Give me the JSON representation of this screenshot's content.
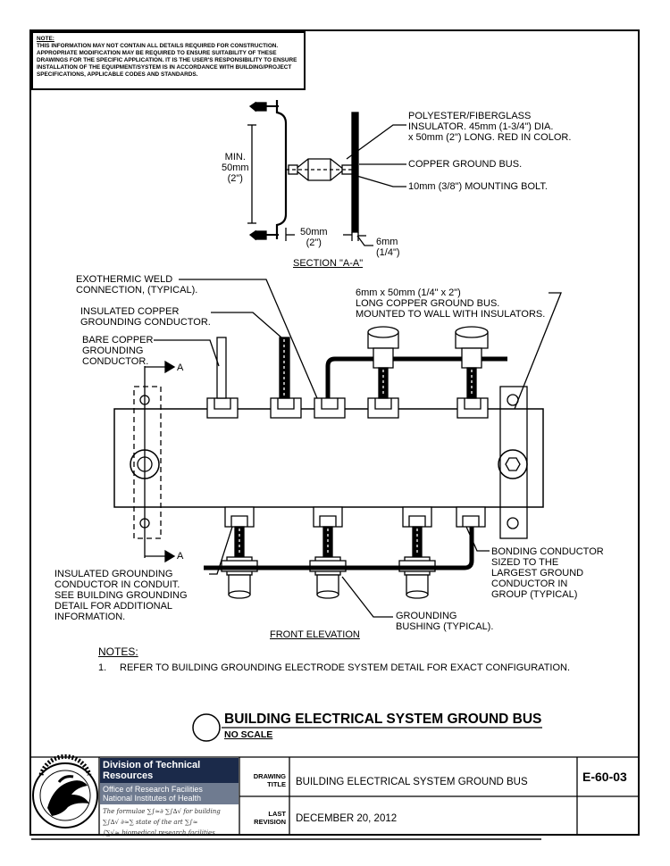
{
  "note": {
    "heading": "NOTE:",
    "text": "THIS INFORMATION MAY NOT CONTAIN ALL DETAILS REQUIRED FOR CONSTRUCTION. APPROPRIATE MODIFICATION MAY BE REQUIRED TO ENSURE SUITABILITY OF THESE DRAWINGS FOR THE SPECIFIC APPLICATION. IT IS THE USER'S RESPONSIBILITY TO ENSURE INSTALLATION OF THE EQUIPMENT/SYSTEM IS IN ACCORDANCE WITH BUILDING/PROJECT SPECIFICATIONS, APPLICABLE CODES AND STANDARDS."
  },
  "section": {
    "insulator": "POLYESTER/FIBERGLASS\nINSULATOR.  45mm (1-3/4\") DIA.\nx 50mm (2\") LONG.  RED IN COLOR.",
    "copper_bus": "COPPER GROUND BUS.",
    "mounting_bolt": "10mm (3/8\") MOUNTING BOLT.",
    "min_dim": "MIN.\n50mm\n(2\")",
    "dim_50": "50mm\n(2\")",
    "dim_6": "6mm\n(1/4\")",
    "title": "SECTION \"A-A\""
  },
  "elevation": {
    "exothermic": "EXOTHERMIC WELD\nCONNECTION, (TYPICAL).",
    "insulated_copper": "INSULATED COPPER\nGROUNDING CONDUCTOR.",
    "bare_copper": "BARE COPPER\nGROUNDING\nCONDUCTOR.",
    "bus_desc": "6mm x 50mm (1/4\" x 2\")\nLONG COPPER GROUND BUS.\nMOUNTED TO WALL WITH INSULATORS.",
    "section_marker": "A",
    "insulated_conduit": "INSULATED GROUNDING\nCONDUCTOR IN CONDUIT.\nSEE BUILDING GROUNDING\nDETAIL FOR ADDITIONAL\nINFORMATION.",
    "bonding": "BONDING CONDUCTOR\nSIZED TO THE\nLARGEST GROUND\nCONDUCTOR IN\nGROUP (TYPICAL)",
    "bushing": "GROUNDING\nBUSHING (TYPICAL).",
    "title": "FRONT ELEVATION"
  },
  "notes": {
    "heading": "NOTES:",
    "item_number": "1.",
    "item_text": "REFER TO BUILDING GROUNDING ELECTRODE SYSTEM DETAIL FOR EXACT CONFIGURATION."
  },
  "drawing_title": {
    "title": "BUILDING ELECTRICAL SYSTEM GROUND BUS",
    "scale": "NO SCALE"
  },
  "title_block": {
    "division": "Division of Technical Resources",
    "office": "Office of Research Facilities",
    "institute": "National Institutes of Health",
    "tagline_1": "The formulae",
    "tagline_2": "for building",
    "tagline_3": "state of the art",
    "tagline_4": "biomedical research facilities",
    "drawing_title_label": "DRAWING\nTITLE",
    "drawing_title_value": "BUILDING ELECTRICAL SYSTEM GROUND BUS",
    "last_revision_label": "LAST\nREVISION",
    "last_revision_value": "DECEMBER 20, 2012",
    "sheet_number": "E-60-03"
  }
}
